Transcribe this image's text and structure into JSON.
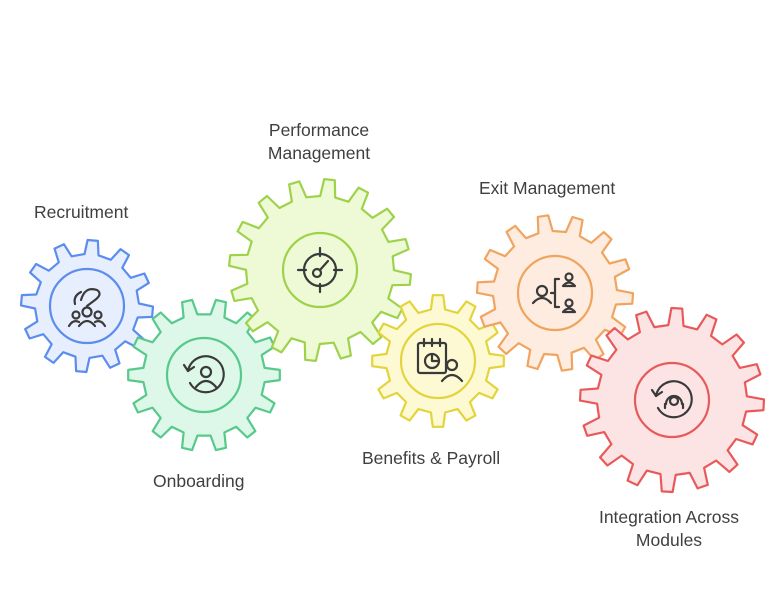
{
  "diagram": {
    "gears": [
      {
        "id": "recruitment",
        "label_lines": [
          "Recruitment"
        ],
        "icon": "recruitment-people-icon",
        "fill": "#e7eefd",
        "stroke": "#5b8def",
        "inner_fill": "#e7eefd"
      },
      {
        "id": "onboarding",
        "label_lines": [
          "Onboarding"
        ],
        "icon": "onboarding-cycle-person-icon",
        "fill": "#ddf7e9",
        "stroke": "#57c98b",
        "inner_fill": "#ddf7e9"
      },
      {
        "id": "performance-management",
        "label_lines": [
          "Performance",
          "Management"
        ],
        "icon": "gauge-target-icon",
        "fill": "#eef9d6",
        "stroke": "#9fd24b",
        "inner_fill": "#eef9d6"
      },
      {
        "id": "benefits-payroll",
        "label_lines": [
          "Benefits & Payroll"
        ],
        "icon": "calendar-chart-person-icon",
        "fill": "#fdf9d3",
        "stroke": "#e3d43c",
        "inner_fill": "#fdf9d3"
      },
      {
        "id": "exit-management",
        "label_lines": [
          "Exit Management"
        ],
        "icon": "people-hierarchy-icon",
        "fill": "#fdecdf",
        "stroke": "#f0a45f",
        "inner_fill": "#fdecdf"
      },
      {
        "id": "integration-across-modules",
        "label_lines": [
          "Integration Across",
          "Modules"
        ],
        "icon": "cycle-headset-icon",
        "fill": "#fde4e4",
        "stroke": "#e85a5a",
        "inner_fill": "#fde4e4"
      }
    ],
    "icon_color": "#3a3a3a"
  }
}
